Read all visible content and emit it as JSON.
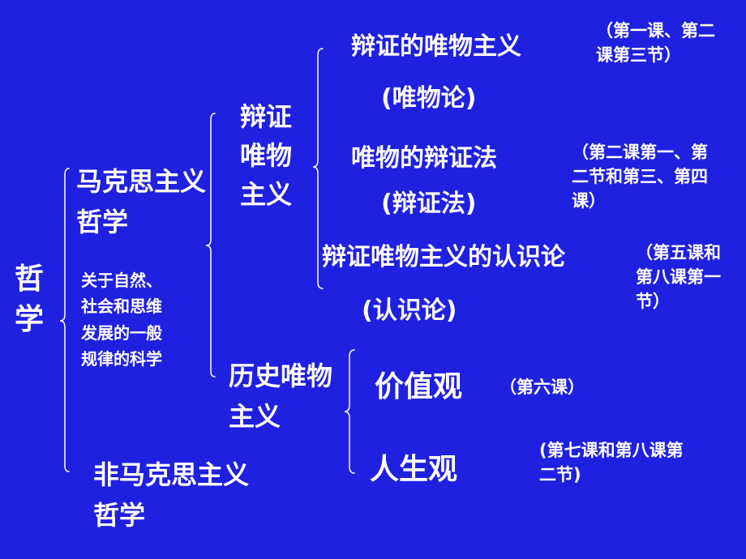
{
  "root": {
    "label": "哲学"
  },
  "marxist": {
    "label": "马克思主义哲学",
    "description": "关于自然、社会和思维发展的一般规律的科学"
  },
  "non_marxist": {
    "label": "非马克思主义哲学"
  },
  "dialectical": {
    "label": "辩证唯物主义",
    "items": [
      {
        "title": "辩证的唯物主义",
        "subtitle": "(唯物论)",
        "note": "（第一课、第二课第三节）"
      },
      {
        "title": "唯物的辩证法",
        "subtitle": "(辩证法)",
        "note": "（第二课第一、第二节和第三、第四课）"
      },
      {
        "title": "辩证唯物主义的认识论",
        "subtitle": "(认识论)",
        "note": "（第五课和第八课第一节）"
      }
    ]
  },
  "historical": {
    "label": "历史唯物主义",
    "items": [
      {
        "title": "价值观",
        "note": "（第六课）"
      },
      {
        "title": "人生观",
        "note": "(第七课和第八课第二节)"
      }
    ]
  },
  "colors": {
    "background": "#2020e0",
    "text": "#ffffff",
    "brace": "#ffffff"
  }
}
